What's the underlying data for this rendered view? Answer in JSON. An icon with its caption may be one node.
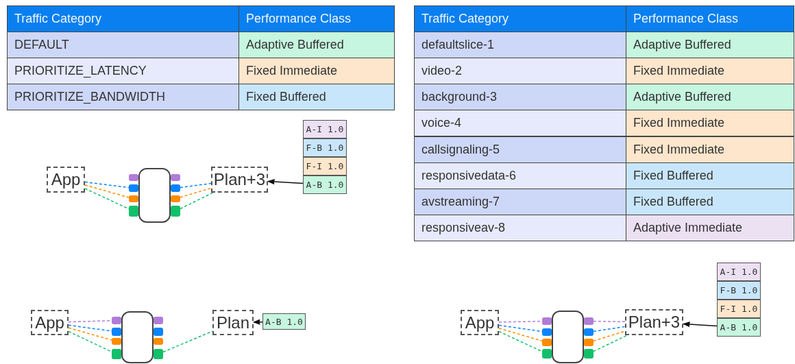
{
  "diagram": {
    "nodes": [
      {
        "text": [
          "App"
        ]
      },
      {
        "text": [],
        "shape": "box"
      },
      {
        "text": [],
        "shape": "box"
      },
      {
        "text": [],
        "shape": "box"
      },
      {
        "text": [],
        "shape": "box"
      },
      {
        "text": [],
        "shape": "box"
      },
      {
        "text": [],
        "shape": "box"
      },
      {
        "text": [],
        "shape": "box"
      },
      {
        "text": [],
        "shape": "box"
      },
      {
        "text": [],
        "shape": "box"
      },
      {
        "text": [
          "Plan+3"
        ]
      },
      {
        "text": [
          "A-I 1.0"
        ]
      },
      {
        "text": [
          "F-B 1.0"
        ]
      },
      {
        "text": [
          "F-I 1.0"
        ]
      },
      {
        "text": [
          "A-B 1.0"
        ]
      },
      {
        "text": [
          "App"
        ]
      },
      {
        "text": [],
        "shape": "box"
      },
      {
        "text": [],
        "shape": "box"
      },
      {
        "text": [],
        "shape": "box"
      },
      {
        "text": [],
        "shape": "box"
      },
      {
        "text": [],
        "shape": "box"
      },
      {
        "text": [],
        "shape": "box"
      },
      {
        "text": [],
        "shape": "box"
      },
      {
        "text": [],
        "shape": "box"
      },
      {
        "text": [],
        "shape": "box"
      },
      {
        "text": [
          "Plan"
        ]
      },
      {
        "text": [
          "A-B 1.0"
        ]
      },
      {
        "text": [
          "App"
        ]
      },
      {
        "text": [],
        "shape": "box"
      },
      {
        "text": [],
        "shape": "box"
      },
      {
        "text": [],
        "shape": "box"
      },
      {
        "text": [],
        "shape": "box"
      },
      {
        "text": [],
        "shape": "box"
      },
      {
        "text": [],
        "shape": "box"
      },
      {
        "text": [],
        "shape": "box"
      },
      {
        "text": [],
        "shape": "box"
      },
      {
        "text": [],
        "shape": "box"
      },
      {
        "text": [
          "Plan+3"
        ]
      },
      {
        "text": [
          "A-I 1.0"
        ]
      },
      {
        "text": [
          "F-B 1.0"
        ]
      },
      {
        "text": [
          "F-I 1.0"
        ]
      },
      {
        "text": [
          "A-B 1.0"
        ]
      }
    ],
    "edges": [
      {
        "from": 0,
        "to": 3,
        "arrow": "none",
        "style": "dashed",
        "color": "#0a84ff"
      },
      {
        "from": 0,
        "to": 4,
        "arrow": "none",
        "style": "dashed",
        "color": "#ff8c00"
      },
      {
        "from": 0,
        "to": 5,
        "arrow": "none",
        "style": "dashed",
        "color": "#12c06a"
      },
      {
        "from": 7,
        "to": 10,
        "arrow": "none",
        "style": "dashed",
        "color": "#0a84ff"
      },
      {
        "from": 8,
        "to": 10,
        "arrow": "none",
        "style": "dashed",
        "color": "#ff8c00"
      },
      {
        "from": 9,
        "to": 10,
        "arrow": "none",
        "style": "dashed",
        "color": "#12c06a"
      },
      {
        "from": 14,
        "to": 10,
        "arrow": "to",
        "color": "#111111"
      },
      {
        "from": 15,
        "to": 17,
        "arrow": "none",
        "style": "dashed",
        "color": "#b07cd8"
      },
      {
        "from": 15,
        "to": 18,
        "arrow": "none",
        "style": "dashed",
        "color": "#0a84ff"
      },
      {
        "from": 15,
        "to": 19,
        "arrow": "none",
        "style": "dashed",
        "color": "#ff8c00"
      },
      {
        "from": 15,
        "to": 20,
        "arrow": "none",
        "style": "dashed",
        "color": "#12c06a"
      },
      {
        "from": 24,
        "to": 25,
        "arrow": "none",
        "style": "dashed",
        "color": "#12c06a"
      },
      {
        "from": 26,
        "to": 25,
        "arrow": "to",
        "color": "#111111"
      },
      {
        "from": 27,
        "to": 29,
        "arrow": "none",
        "style": "dashed",
        "color": "#b07cd8"
      },
      {
        "from": 27,
        "to": 30,
        "arrow": "none",
        "style": "dashed",
        "color": "#0a84ff"
      },
      {
        "from": 27,
        "to": 31,
        "arrow": "none",
        "style": "dashed",
        "color": "#ff8c00"
      },
      {
        "from": 27,
        "to": 32,
        "arrow": "none",
        "style": "dashed",
        "color": "#12c06a"
      },
      {
        "from": 33,
        "to": 37,
        "arrow": "none",
        "style": "dashed",
        "color": "#b07cd8"
      },
      {
        "from": 34,
        "to": 37,
        "arrow": "none",
        "style": "dashed",
        "color": "#0a84ff"
      },
      {
        "from": 35,
        "to": 37,
        "arrow": "none",
        "style": "dashed",
        "color": "#ff8c00"
      },
      {
        "from": 36,
        "to": 37,
        "arrow": "none",
        "style": "dashed",
        "color": "#12c06a"
      },
      {
        "from": 41,
        "to": 37,
        "arrow": "to",
        "color": "#111111"
      }
    ],
    "labels": [
      "Traffic Category",
      "Performance Class",
      "DEFAULT",
      "Adaptive Buffered",
      "PRIORITIZE_LATENCY",
      "Fixed Immediate",
      "PRIORITIZE_BANDWIDTH",
      "Fixed Buffered",
      "Traffic Category",
      "Performance Class",
      "defaultslice-1",
      "Adaptive Buffered",
      "video-2",
      "Fixed Immediate",
      "background-3",
      "Adaptive Buffered",
      "voice-4",
      "Fixed Immediate",
      "callsignaling-5",
      "Fixed Immediate",
      "responsivedata-6",
      "Fixed Buffered",
      "avstreaming-7",
      "Fixed Buffered",
      "responsiveav-8",
      "Adaptive Immediate"
    ]
  }
}
